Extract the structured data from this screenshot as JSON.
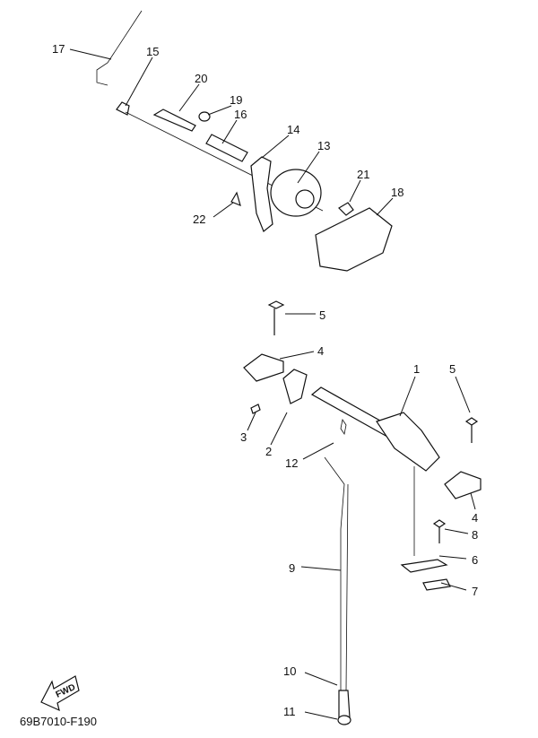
{
  "diagram": {
    "callouts": [
      "17",
      "15",
      "20",
      "19",
      "16",
      "14",
      "13",
      "21",
      "18",
      "22",
      "5",
      "4",
      "1",
      "5",
      "3",
      "2",
      "12",
      "4",
      "8",
      "6",
      "9",
      "7",
      "10",
      "11"
    ],
    "fwd_label": "FWD",
    "drawing_code": "69B7010-F190"
  }
}
